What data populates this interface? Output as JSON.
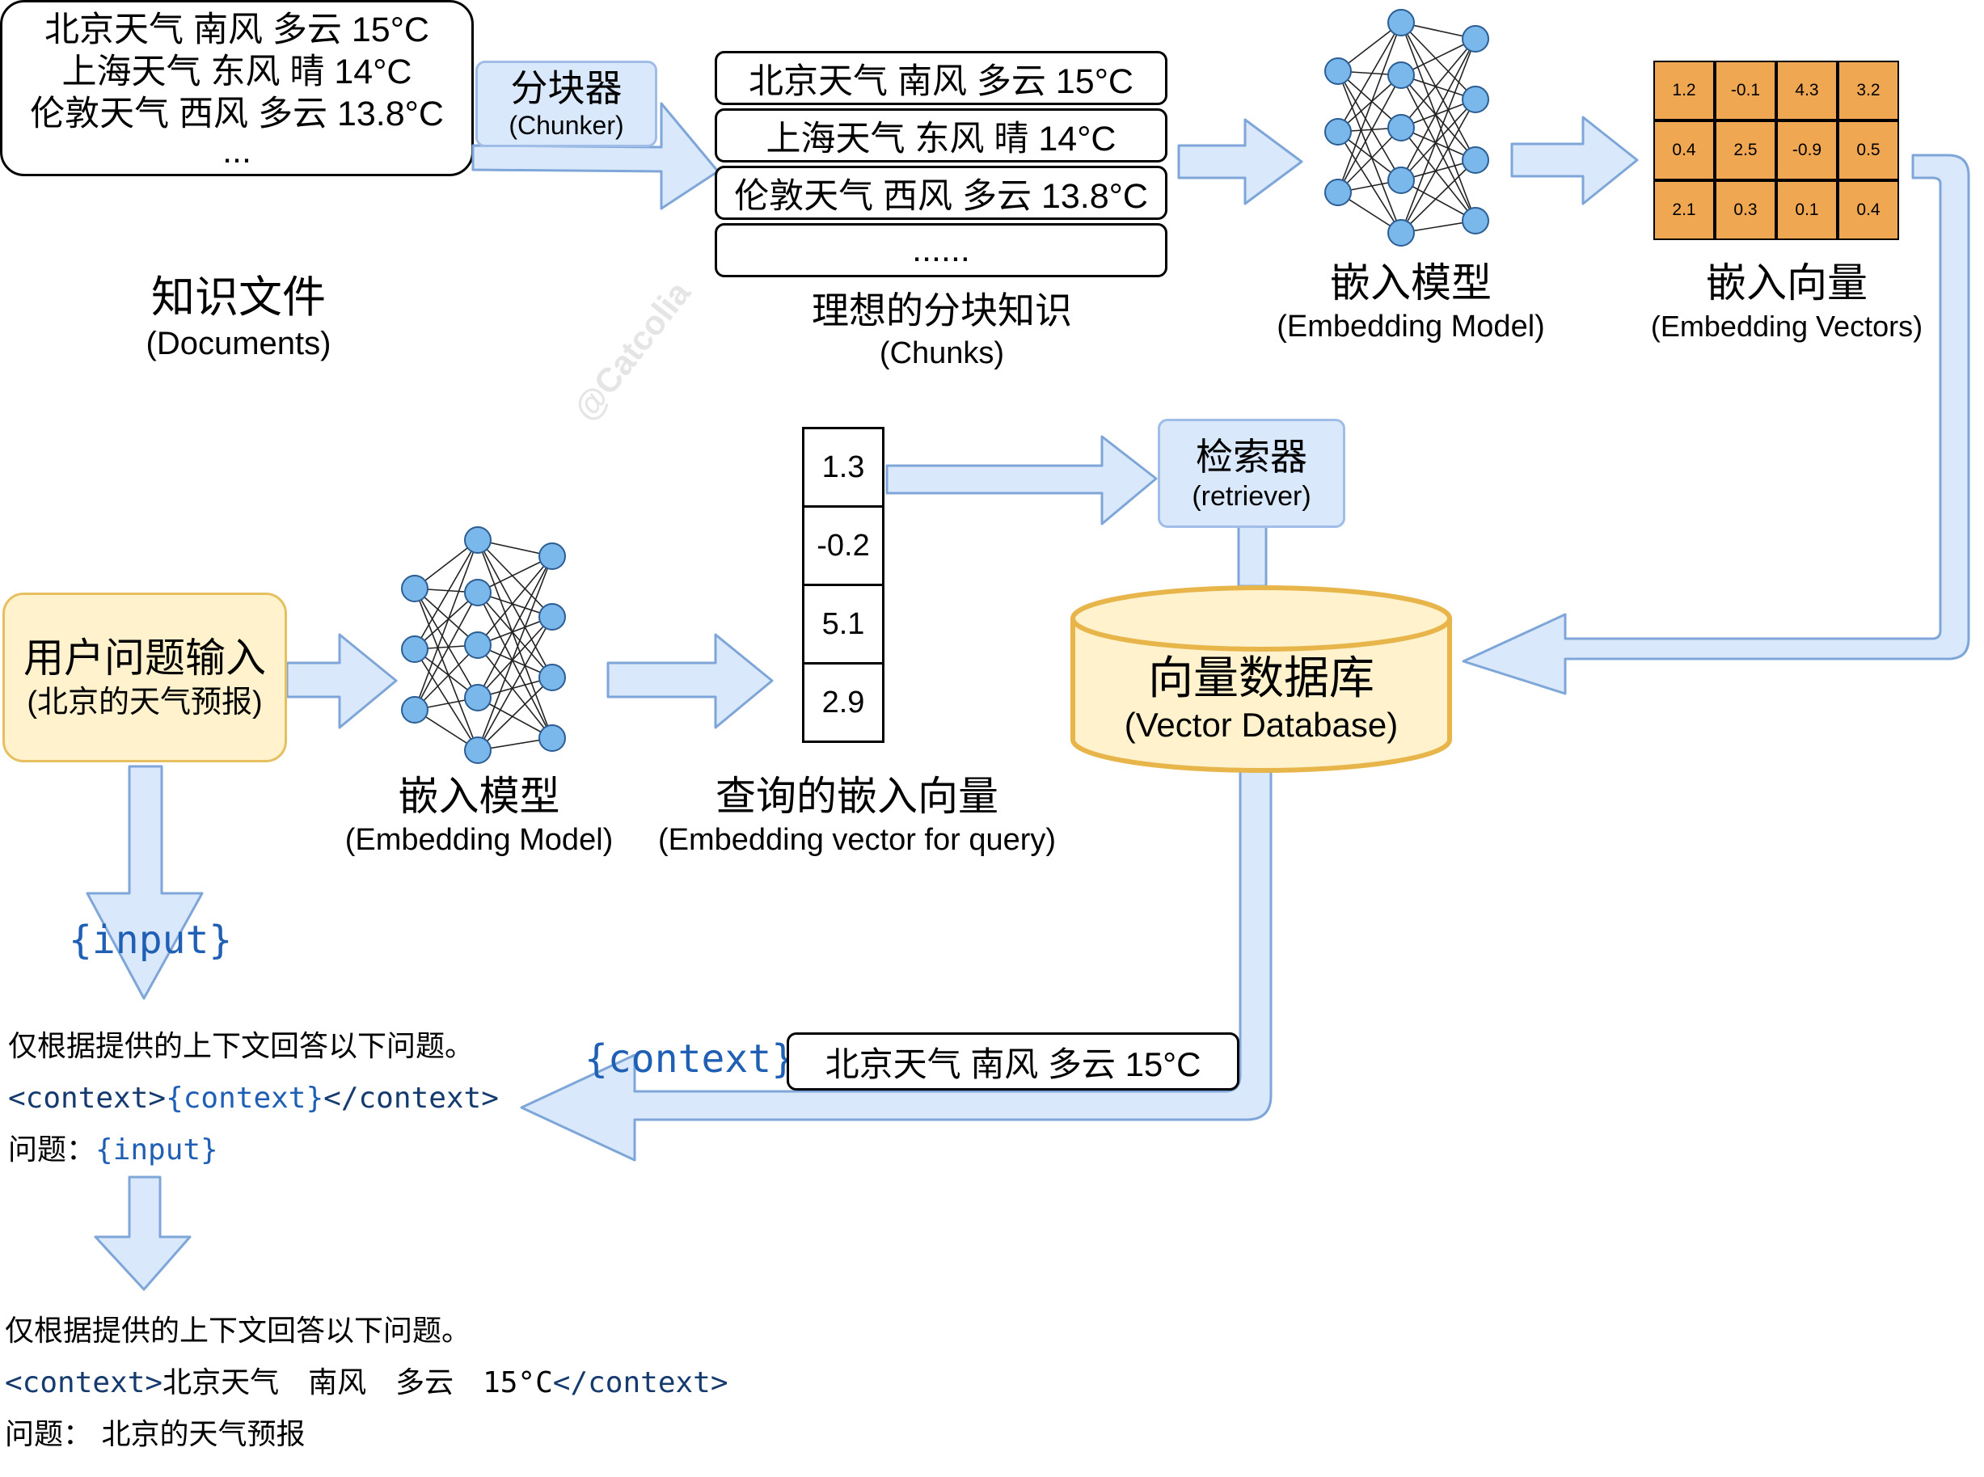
{
  "documents": {
    "lines": [
      "北京天气 南风 多云 15°C",
      "上海天气 东风 晴 14°C",
      "伦敦天气 西风 多云 13.8°C",
      "..."
    ],
    "title_zh": "知识文件",
    "title_en": "(Documents)"
  },
  "chunker": {
    "zh": "分块器",
    "en": "(Chunker)"
  },
  "chunks": {
    "items": [
      "北京天气 南风 多云 15°C",
      "上海天气 东风 晴 14°C",
      "伦敦天气 西风 多云 13.8°C",
      "......"
    ],
    "title_zh": "理想的分块知识",
    "title_en": "(Chunks)"
  },
  "embedding_model_top": {
    "zh": "嵌入模型",
    "en": "(Embedding Model)"
  },
  "embedding_vectors": {
    "matrix": [
      [
        "1.2",
        "-0.1",
        "4.3",
        "3.2"
      ],
      [
        "0.4",
        "2.5",
        "-0.9",
        "0.5"
      ],
      [
        "2.1",
        "0.3",
        "0.1",
        "0.4"
      ]
    ],
    "zh": "嵌入向量",
    "en": "(Embedding Vectors)"
  },
  "retriever": {
    "zh": "检索器",
    "en": "(retriever)"
  },
  "vector_db": {
    "zh": "向量数据库",
    "en": "(Vector Database)"
  },
  "user_input": {
    "zh": "用户问题输入",
    "sub": "(北京的天气预报)"
  },
  "embedding_model_bottom": {
    "zh": "嵌入模型",
    "en": "(Embedding Model)"
  },
  "query_vector": {
    "values": [
      "1.3",
      "-0.2",
      "5.1",
      "2.9"
    ],
    "zh": "查询的嵌入向量",
    "en": "(Embedding vector for query)"
  },
  "input_var": "{input}",
  "context_var": "{context}",
  "retrieved_chunk": "北京天气 南风 多云 15°C",
  "watermark": "@Catcolia",
  "prompt_template": {
    "line1": "仅根据提供的上下文回答以下问题。",
    "line2_open": "<context>",
    "line2_var": "{context}",
    "line2_close": "</context>",
    "line3_label": "问题：",
    "line3_var": "{input}"
  },
  "prompt_filled": {
    "line1": "仅根据提供的上下文回答以下问题。",
    "line2_open": "<context>",
    "line2_value": "北京天气　南风　多云　15°C",
    "line2_close": "</context>",
    "line3": "问题：  北京的天气预报"
  }
}
